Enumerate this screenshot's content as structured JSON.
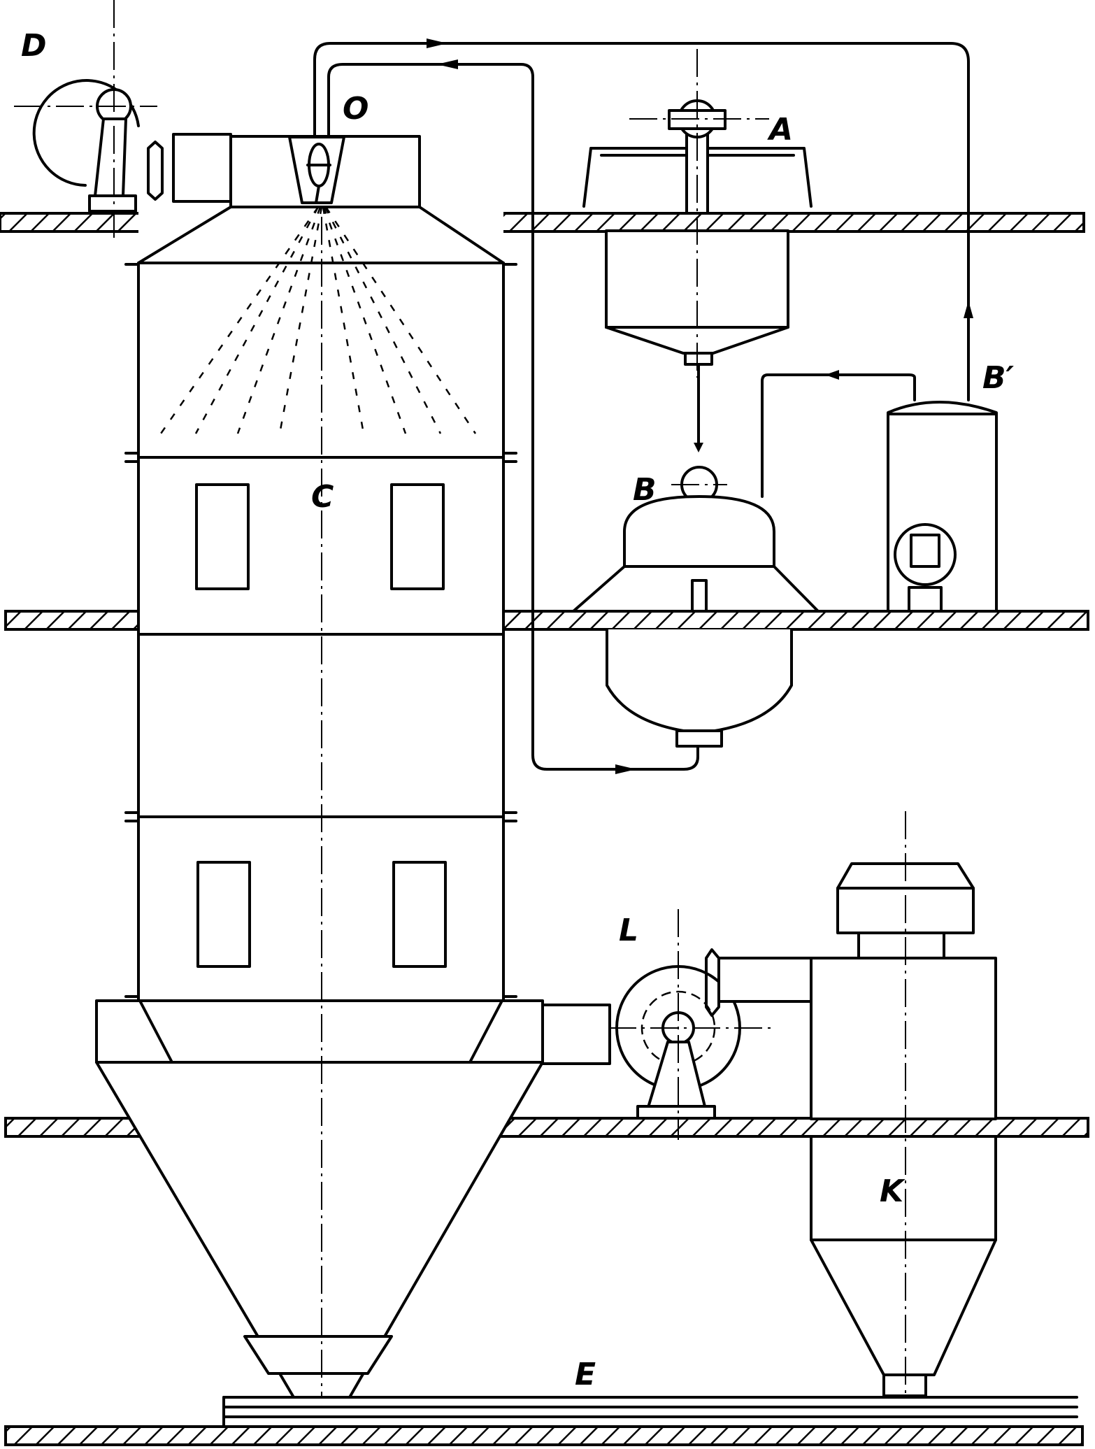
{
  "figure": {
    "type": "process-flow schematic (spray drying installation)",
    "labels": {
      "fan_top": "D",
      "nozzle": "O",
      "feed_tank": "A",
      "pump_vessel": "B",
      "pressure_vessel": "B′",
      "drying_chamber": "C",
      "exhaust_fan": "L",
      "cyclone": "K",
      "conveyor": "E"
    },
    "components": [
      {
        "id": "D",
        "kind": "centrifugal fan (hot-air supply)"
      },
      {
        "id": "O",
        "kind": "spray nozzle"
      },
      {
        "id": "A",
        "kind": "feed tank with agitator"
      },
      {
        "id": "B",
        "kind": "vessel"
      },
      {
        "id": "B′",
        "kind": "pump / pressure vessel"
      },
      {
        "id": "C",
        "kind": "spray drying tower"
      },
      {
        "id": "L",
        "kind": "exhaust fan"
      },
      {
        "id": "K",
        "kind": "cyclone separator"
      },
      {
        "id": "E",
        "kind": "collecting conveyor"
      }
    ],
    "flows": [
      {
        "from": "A",
        "to": "B",
        "direction": "down"
      },
      {
        "from": "B",
        "to": "O",
        "direction": "up via return loop"
      },
      {
        "from": "B′",
        "to": "O",
        "direction": "up then left"
      },
      {
        "from": "B′",
        "to": "B",
        "direction": "left"
      },
      {
        "from": "C",
        "to": "L",
        "direction": "right"
      },
      {
        "from": "L",
        "to": "K",
        "direction": "right"
      }
    ],
    "floors": 4
  }
}
